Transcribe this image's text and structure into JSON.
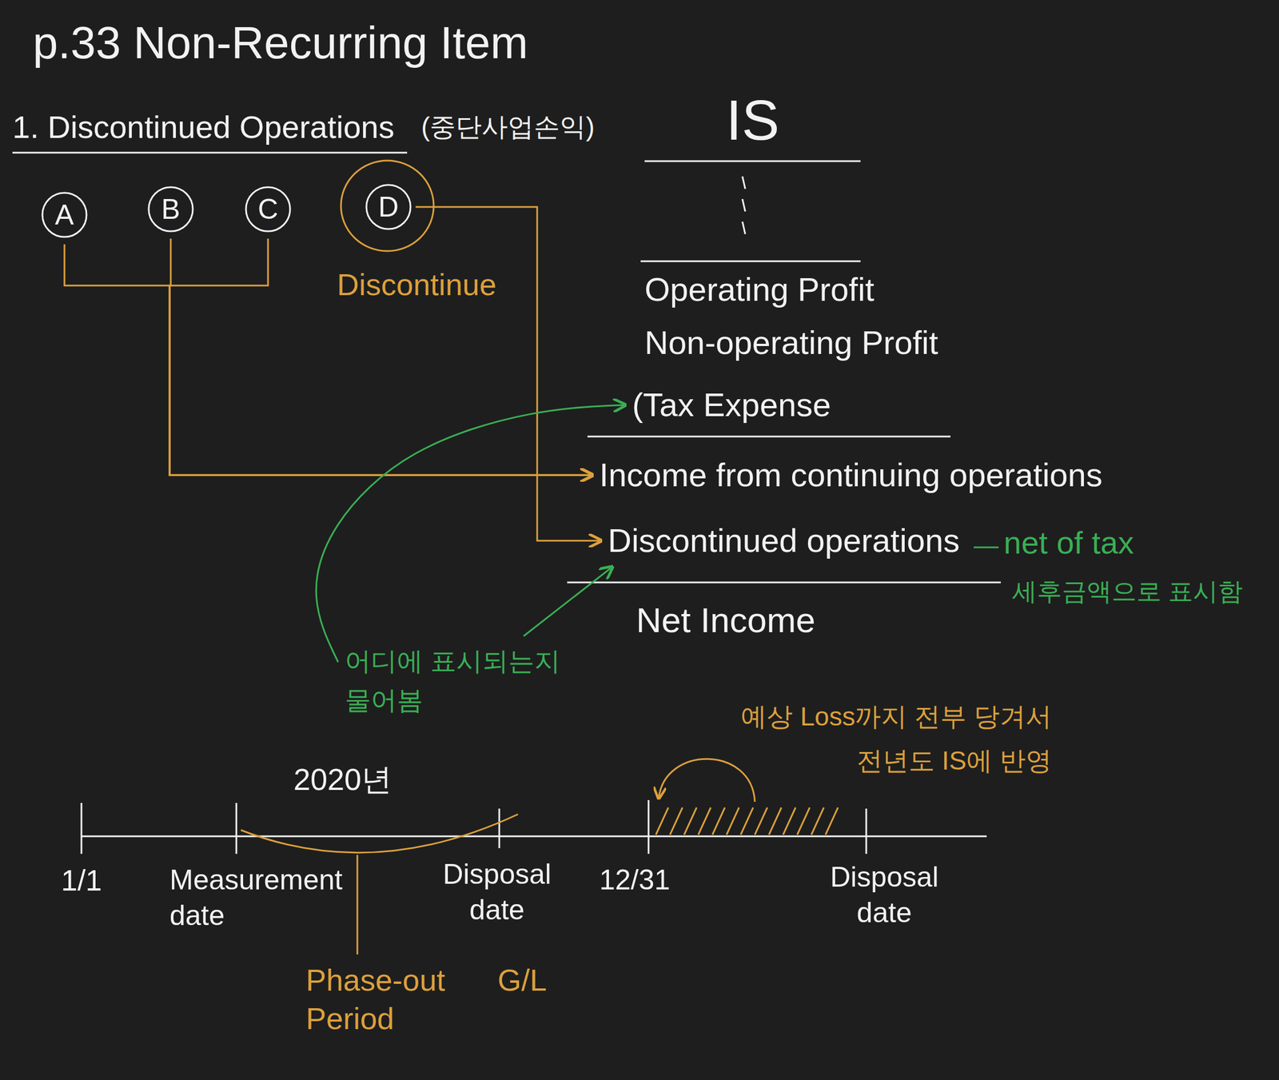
{
  "diagram": {
    "title": "p.33 Non-Recurring Item",
    "nodes": [
      {
        "text": [
          "A"
        ]
      },
      {
        "text": [
          "B"
        ]
      },
      {
        "text": [
          "C"
        ]
      },
      {
        "text": [
          "D"
        ]
      },
      {
        "text": [
          "(Tax Expense"
        ]
      },
      {
        "text": [
          "Income from continuing operations"
        ]
      },
      {
        "text": [
          "Discontinued operations"
        ]
      },
      {
        "text": [
          "어디에 표시되는지 물어봄"
        ]
      }
    ],
    "edges": [
      {
        "from": 0,
        "to": 5,
        "arrow": "to"
      },
      {
        "from": 1,
        "to": 5,
        "arrow": "to"
      },
      {
        "from": 2,
        "to": 5,
        "arrow": "to"
      },
      {
        "from": 3,
        "to": 6,
        "arrow": "to"
      },
      {
        "from": 7,
        "to": 4,
        "arrow": "to"
      },
      {
        "from": 7,
        "to": 6,
        "arrow": "to"
      }
    ],
    "labels": [
      "1. Discontinued Operations",
      "(중단사업손익)",
      "Discontinue",
      "IS",
      "Operating Profit",
      "Non-operating Profit",
      "net of tax",
      "세후금액으로 표시함",
      "Net Income",
      "2020년",
      "1/1",
      "Measurement date",
      "Disposal date",
      "12/31",
      "Disposal date",
      "Phase-out Period",
      "G/L",
      "예상 Loss까지 전부 당겨서 전년도 IS에 반영"
    ]
  }
}
